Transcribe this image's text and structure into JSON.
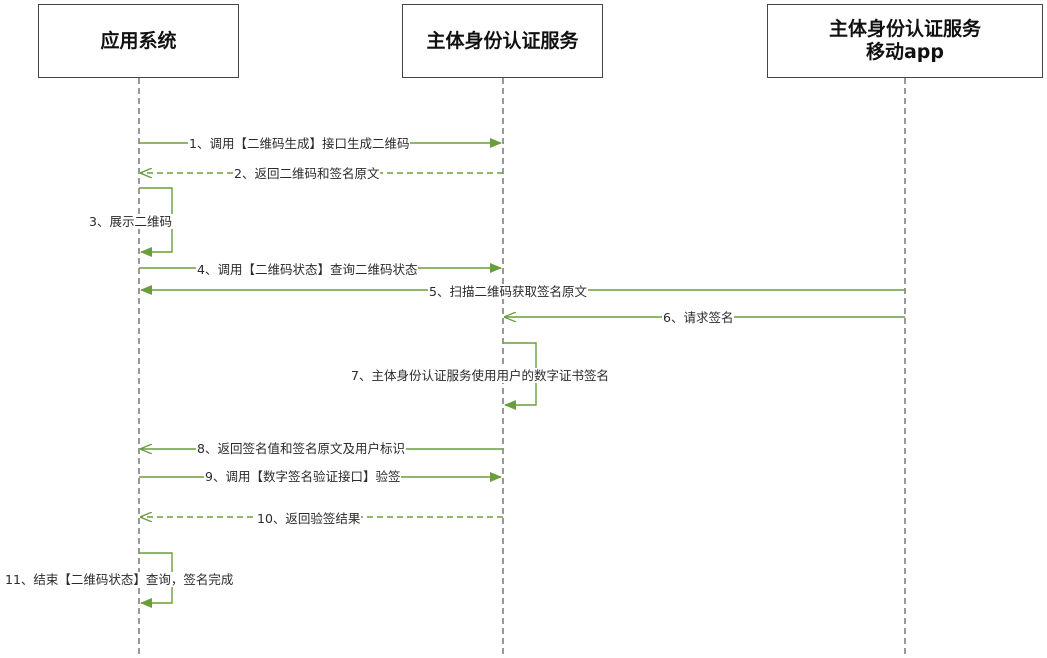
{
  "participants": [
    {
      "id": "app",
      "lines": [
        "应用系统"
      ]
    },
    {
      "id": "auth",
      "lines": [
        "主体身份认证服务"
      ]
    },
    {
      "id": "mobile",
      "lines": [
        "主体身份认证服务",
        "移动app"
      ]
    }
  ],
  "messages": [
    {
      "label": "1、调用【二维码生成】接口生成二维码",
      "from": "app",
      "to": "auth",
      "style": "solid"
    },
    {
      "label": "2、返回二维码和签名原文",
      "from": "auth",
      "to": "app",
      "style": "dashed"
    },
    {
      "label": "3、展示二维码",
      "from": "app",
      "to": "app",
      "style": "self"
    },
    {
      "label": "4、调用【二维码状态】查询二维码状态",
      "from": "app",
      "to": "auth",
      "style": "solid"
    },
    {
      "label": "5、扫描二维码获取签名原文",
      "from": "mobile",
      "to": "app",
      "style": "solid"
    },
    {
      "label": "6、请求签名",
      "from": "mobile",
      "to": "auth",
      "style": "solid"
    },
    {
      "label": "7、主体身份认证服务使用用户的数字证书签名",
      "from": "auth",
      "to": "auth",
      "style": "self"
    },
    {
      "label": "8、返回签名值和签名原文及用户标识",
      "from": "auth",
      "to": "app",
      "style": "solid"
    },
    {
      "label": "9、调用【数字签名验证接口】验签",
      "from": "app",
      "to": "auth",
      "style": "solid"
    },
    {
      "label": "10、返回验签结果",
      "from": "auth",
      "to": "app",
      "style": "dashed"
    },
    {
      "label": "11、结束【二维码状态】查询，签名完成",
      "from": "app",
      "to": "app",
      "style": "self"
    }
  ],
  "colors": {
    "arrow": "#6a9e3a",
    "lifeline": "#555555",
    "border": "#444444"
  }
}
